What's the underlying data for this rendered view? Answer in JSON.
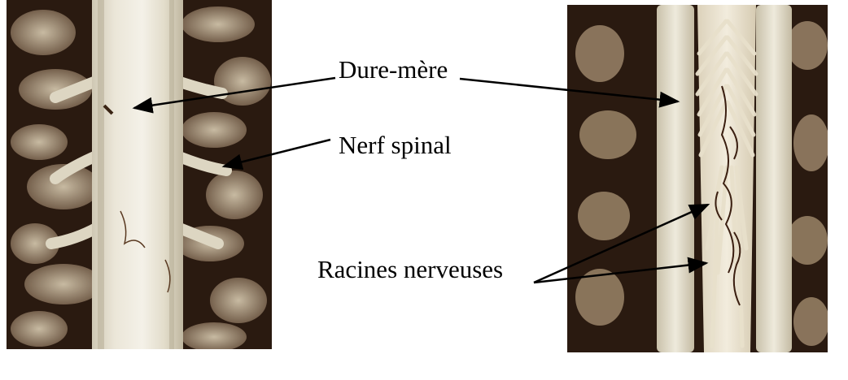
{
  "labels": {
    "dure_mere": "Dure-mère",
    "nerf_spinal": "Nerf spinal",
    "racines_nerveuses": "Racines nerveuses"
  },
  "colors": {
    "background": "#ffffff",
    "text": "#000000",
    "arrow": "#000000",
    "tissue_dark": "#2a1a10",
    "tissue_light": "#e8e2d2"
  }
}
